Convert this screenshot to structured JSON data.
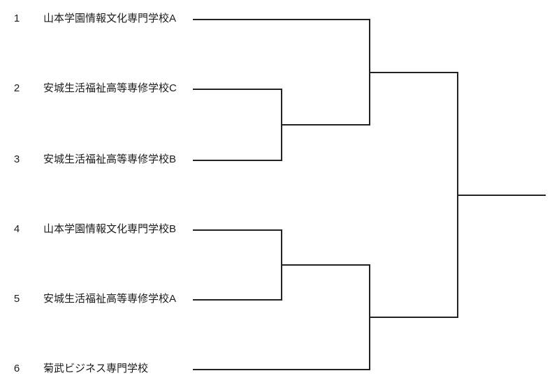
{
  "bracket": {
    "type": "single-elimination-tournament",
    "line_color": "#222222",
    "entrants": [
      {
        "seed": "1",
        "name": "山本学園情報文化専門学校A"
      },
      {
        "seed": "2",
        "name": "安城生活福祉高等専修学校C"
      },
      {
        "seed": "3",
        "name": "安城生活福祉高等専修学校B"
      },
      {
        "seed": "4",
        "name": "山本学園情報文化専門学校B"
      },
      {
        "seed": "5",
        "name": "安城生活福祉高等専修学校A"
      },
      {
        "seed": "6",
        "name": "菊武ビジネス専門学校"
      }
    ],
    "structure": {
      "round1_matches": [
        {
          "slots": [
            "2",
            "3"
          ]
        },
        {
          "slots": [
            "4",
            "5"
          ]
        }
      ],
      "semifinal_matches": [
        {
          "slots": [
            "1",
            "winner of 2 vs 3"
          ]
        },
        {
          "slots": [
            "winner of 4 vs 5",
            "6"
          ]
        }
      ],
      "final_match": {
        "slots": [
          "winner of top half",
          "winner of bottom half"
        ]
      },
      "champion_slot": ""
    }
  }
}
